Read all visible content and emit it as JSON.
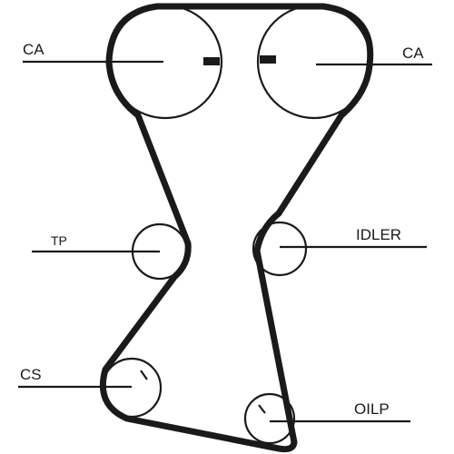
{
  "diagram": {
    "labels": {
      "ca_left": "CA",
      "ca_right": "CA",
      "tp": "TP",
      "idler": "IDLER",
      "cs": "CS",
      "oilp": "OILP"
    },
    "colors": {
      "ink": "#1a1a1a",
      "background": "#ffffff"
    }
  }
}
